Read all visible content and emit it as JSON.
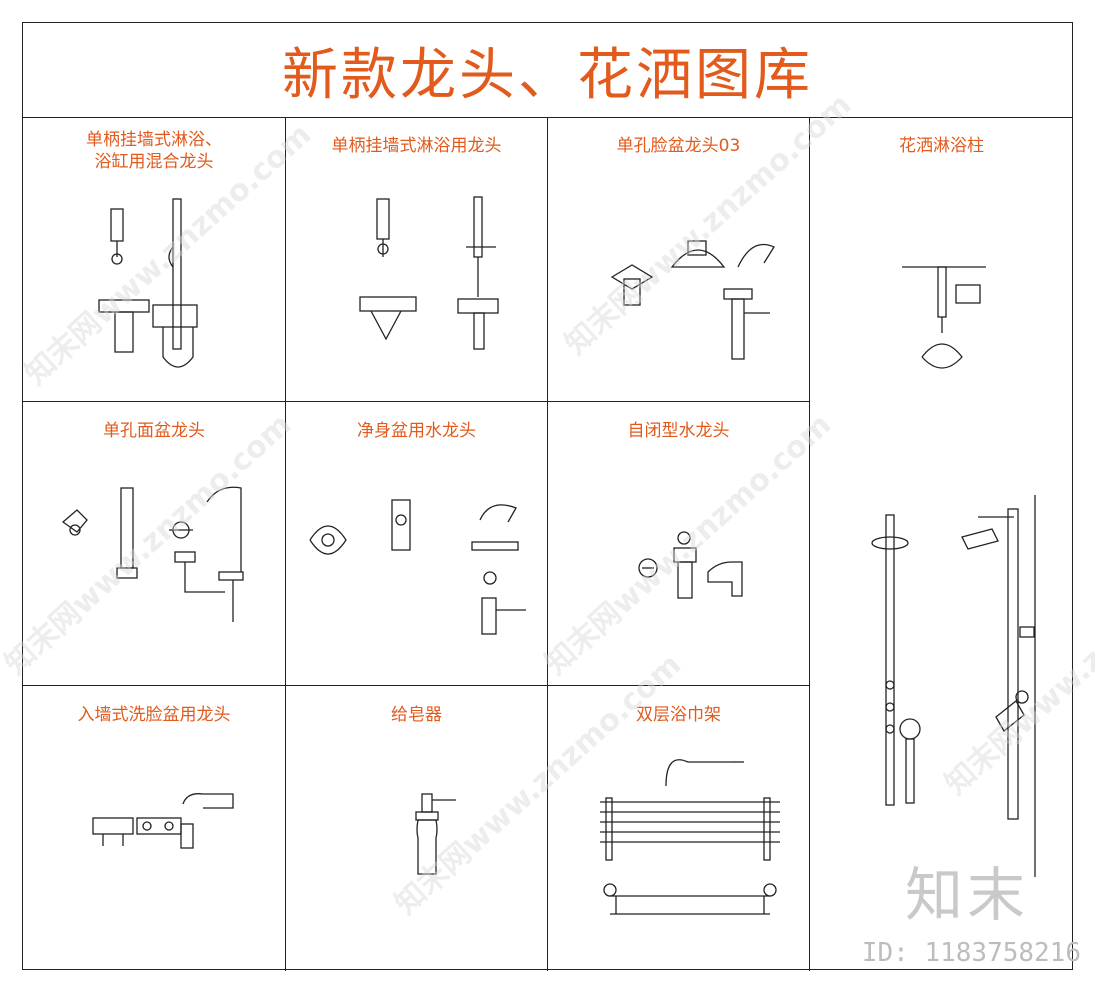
{
  "title": "新款龙头、花洒图库",
  "cells": [
    {
      "label": "单柄挂墙式淋浴、\n浴缸用混合龙头"
    },
    {
      "label": "单柄挂墙式淋浴用龙头"
    },
    {
      "label": "单孔脸盆龙头03"
    },
    {
      "label": "花洒淋浴柱"
    },
    {
      "label": "单孔面盆龙头"
    },
    {
      "label": "净身盆用水龙头"
    },
    {
      "label": "自闭型水龙头"
    },
    {
      "label": "入墙式洗脸盆用龙头"
    },
    {
      "label": "给皂器"
    },
    {
      "label": "双层浴巾架"
    }
  ],
  "watermark": "知末网www.znzmo.com",
  "logo": "知末",
  "id_text": "ID: 1183758216",
  "colors": {
    "accent": "#e25a1c",
    "line": "#222222"
  }
}
